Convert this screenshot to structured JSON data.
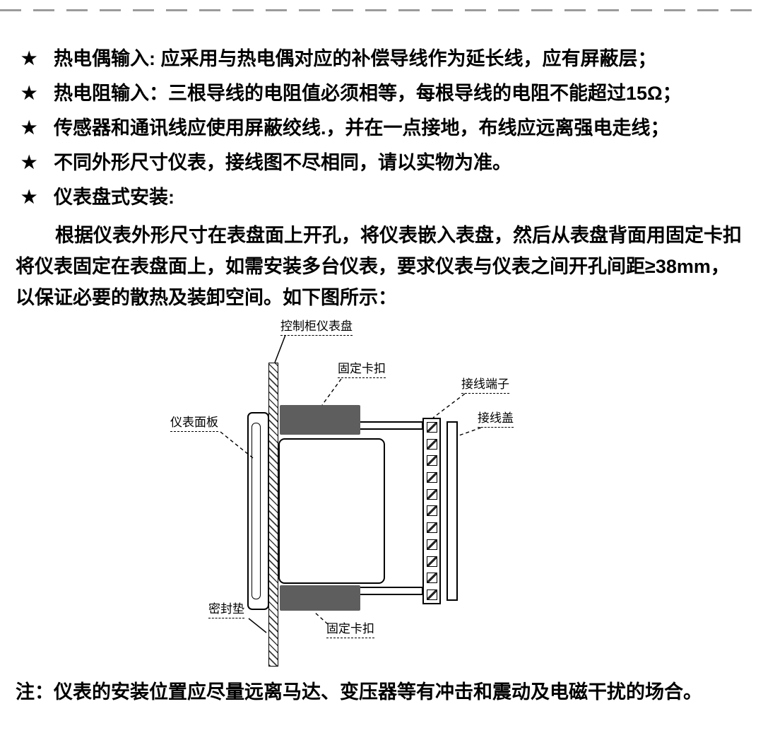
{
  "colors": {
    "clip_fill": "#5e5e5e",
    "dashed_rule_gray": "#9b9b9b",
    "line": "#000000"
  },
  "bullet_marker": "★",
  "bullets": [
    "热电偶输入: 应采用与热电偶对应的补偿导线作为延长线，应有屏蔽层；",
    "热电阻输入：三根导线的电阻值必须相等，每根导线的电阻不能超过15Ω；",
    "传感器和通讯线应使用屏蔽绞线.，并在一点接地，布线应远离强电走线；",
    "不同外形尺寸仪表，接线图不尽相同，请以实物为准。",
    "仪表盘式安装:"
  ],
  "paragraph": {
    "line1": "根据仪表外形尺寸在表盘面上开孔，将仪表嵌入表盘，然后从表盘背面用固定卡扣",
    "line2": "将仪表固定在表盘面上，如需安装多台仪表，要求仪表与仪表之间开孔间距≥38mm，",
    "line3": "以保证必要的散热及装卸空间。如下图所示："
  },
  "diagram_labels": {
    "panel": "控制柜仪表盘",
    "clip_top": "固定卡扣",
    "terminal": "接线端子",
    "cover": "接线盖",
    "faceplate": "仪表面板",
    "gasket": "密封垫",
    "clip_bottom": "固定卡扣"
  },
  "note": "注：仪表的安装位置应尽量远离马达、变压器等有冲击和震动及电磁干扰的场合。"
}
